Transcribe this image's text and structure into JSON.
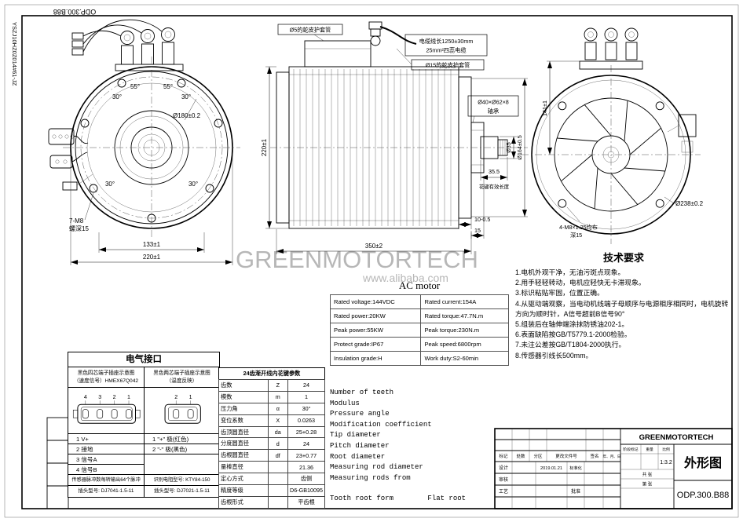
{
  "frame": {
    "top_code": "ODP.300.B88",
    "side_code": "YSZJ10HZ0Z014#61-JZ"
  },
  "watermark": {
    "brand": "GREENMOTORTECH",
    "site": "www.alibaba.com"
  },
  "front_view": {
    "dims": {
      "angle_a": "30°",
      "angle_b": "55°",
      "angle_c": "55°",
      "angle_d": "30°",
      "angle_e": "30°",
      "angle_f": "30°",
      "bolt_circle": "Ø180±0.2",
      "bolt_note_1": "7-M8",
      "bolt_note_2": "螺深15",
      "width_inner": "133±1",
      "width_outer": "220±1",
      "height": "220±1"
    }
  },
  "side_view": {
    "dims": {
      "cable_length": "电缆线长1250±30mm",
      "cable_spec": "25mm²四蕊电缆",
      "sleeve15": "Ø15的蛇皮护套管",
      "sleeve5": "Ø5的蛇皮护套管",
      "bearing_1": "Ø40×Ø62×8",
      "bearing_2": "轴承",
      "shaft_dia": "Ø35",
      "housing_dia": "Ø164±0.5",
      "spline_len": "35.5",
      "spline_note": "花键有效长度",
      "step": "10-0.5",
      "end": "15",
      "total_len": "350±2"
    }
  },
  "rear_view": {
    "dims": {
      "height": "141±1",
      "outer_dia": "Ø238±0.2",
      "bolt_note_1": "4-M8×1.25均布",
      "bolt_note_2": "深15"
    }
  },
  "ac_motor_table": {
    "title": "AC motor",
    "rows": [
      [
        "Rated voltage:144VDC",
        "Rated current:154A"
      ],
      [
        "Rated power:20KW",
        "Rated torque:47.7N.m"
      ],
      [
        "Peak power:55KW",
        "Peak torque:230N.m"
      ],
      [
        "Protect grade:IP67",
        "Peak speed:6800rpm"
      ],
      [
        "Insulation grade:H",
        "Work duty:S2-60min"
      ]
    ]
  },
  "tech": {
    "title": "技术要求",
    "items": [
      "1.电机外观干净，无油污斑点现象。",
      "2.用手轻轻转动，电机应轻快无卡滞现象。",
      "3.标识粘贴牢固，位置正确。",
      "4.从驱动端观察，当电动机线端子母顺序与电源相序相同时，电机旋转方向为顺时针，A信号超前B信号90°",
      "5.组装后在轴伸端涂抹防锈油202-1。",
      "6.表面缺陷按GB/T5779.1-2000检验。",
      "7.未注公差按GB/T1804-2000执行。",
      "8.传感器引线长500mm。"
    ]
  },
  "electrical": {
    "title": "电气接口",
    "left_header_1": "黑色四芯端子插座示意图",
    "left_header_2": "（速度信号）HMEX67Q042",
    "right_header_1": "黑色两芯端子插座示意图",
    "right_header_2": "（温度反映）",
    "left_pins": [
      "4",
      "3",
      "2",
      "1"
    ],
    "right_pins": [
      "2",
      "1"
    ],
    "left_rows": [
      "1 V+",
      "2 接地",
      "3 信号A",
      "4 信号B"
    ],
    "right_rows": [
      "1 \"+\" 极(红色)",
      "2 \"-\" 极(黑色)"
    ],
    "note": "传感器脉冲数每转输出64个脉冲",
    "resistor": "识别电阻型号: KTY84-150",
    "left_plug": "插头型号: DJ7041-1.5-11",
    "right_plug": "插头型号: DJ7021-1.5-11"
  },
  "spline_table": {
    "title": "24齿渐开线内花键参数",
    "rows": [
      [
        "齿数",
        "Z",
        "24"
      ],
      [
        "模数",
        "m",
        "1"
      ],
      [
        "压力角",
        "α",
        "30°"
      ],
      [
        "变位系数",
        "X",
        "0.0263"
      ],
      [
        "齿顶圆直径",
        "da",
        "25+0.28"
      ],
      [
        "分度圆直径",
        "d",
        "24"
      ],
      [
        "齿根圆直径",
        "df",
        "23+0.77"
      ],
      [
        "量棒直径",
        "",
        "21.36"
      ],
      [
        "定心方式",
        "",
        "齿侧"
      ],
      [
        "精度等级",
        "",
        "D6-GB10095"
      ],
      [
        "齿根形式",
        "",
        "平齿根"
      ]
    ]
  },
  "spline_english": {
    "items": [
      "Number of teeth",
      "Modulus",
      "Pressure angle",
      "Modification coefficient",
      "Tip diameter",
      "Pitch diameter",
      "Root diameter",
      "Measuring rod diameter",
      "Measuring rods from"
    ],
    "root_label": "Tooth root form",
    "root_value": "Flat root"
  },
  "title_block": {
    "company": "GREENMOTORTECH",
    "rev_headers": [
      "标记",
      "处数",
      "分区",
      "更改文件号",
      "签名",
      "年、月、日"
    ],
    "design": "设计",
    "design_date": "2019.01.21",
    "standardize": "标准化",
    "check": "审核",
    "craft": "工艺",
    "approve": "批准",
    "stage": "阶段标记",
    "weight": "重量",
    "scale_label": "比例",
    "scale": "1:3.2",
    "sheets": "共 张",
    "sheet": "第 张",
    "name": "外形图",
    "number": "ODP.300.B88"
  }
}
